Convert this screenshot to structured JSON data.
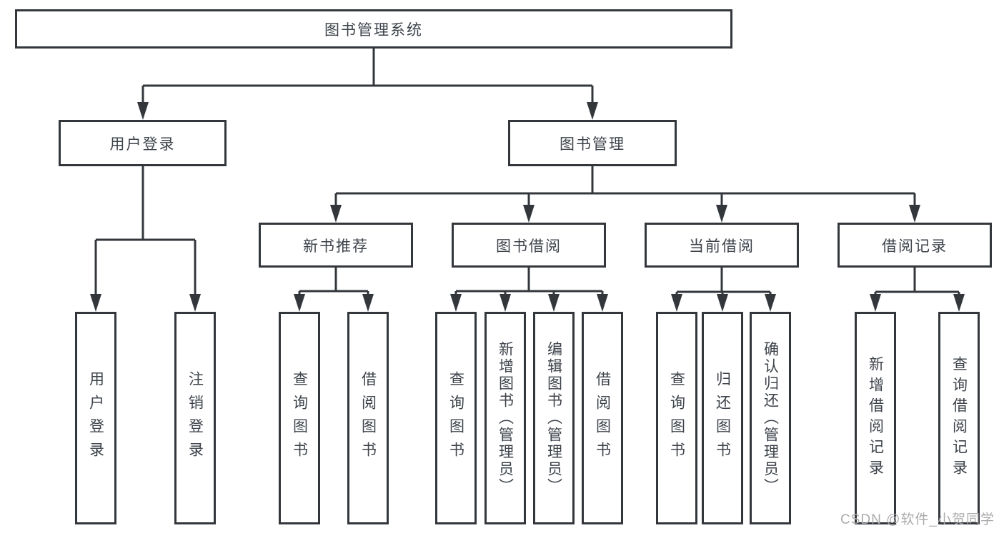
{
  "colors": {
    "line": "#33373c",
    "text": "#3e434b",
    "watermark": "#ababab",
    "background": "#ffffff"
  },
  "watermark": {
    "text": "CSDN @软件_小贺同学"
  },
  "tree": {
    "label": "图书管理系统",
    "children": [
      {
        "label": "用户登录",
        "children": [
          {
            "label": "用户登录"
          },
          {
            "label": "注销登录"
          }
        ]
      },
      {
        "label": "图书管理",
        "children": [
          {
            "label": "新书推荐",
            "children": [
              {
                "label": "查询图书"
              },
              {
                "label": "借阅图书"
              }
            ]
          },
          {
            "label": "图书借阅",
            "children": [
              {
                "label": "查询图书"
              },
              {
                "label": "新增图书（管理员）"
              },
              {
                "label": "编辑图书（管理员）"
              },
              {
                "label": "借阅图书"
              }
            ]
          },
          {
            "label": "当前借阅",
            "children": [
              {
                "label": "查询图书"
              },
              {
                "label": "归还图书"
              },
              {
                "label": "确认归还（管理员）"
              }
            ]
          },
          {
            "label": "借阅记录",
            "children": [
              {
                "label": "新增借阅记录"
              },
              {
                "label": "查询借阅记录"
              }
            ]
          }
        ]
      }
    ]
  }
}
